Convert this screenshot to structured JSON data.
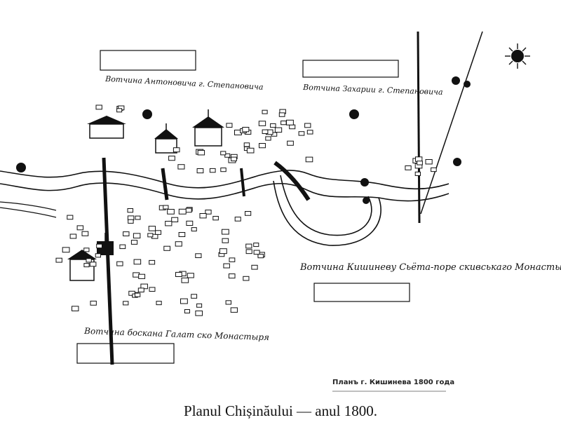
{
  "caption": "Planul Chișinăului — anul 1800.",
  "map_title": "Планъ г. Кишинева 1800 года",
  "annotations": {
    "estate_monastery": "Вотчина Кишиневу Сьёта-поре скивськаго Монастыря",
    "estate_galata": "Вотчина боскана Галат ско Монастыря",
    "estate_antonovich": "Вотчина Антоновича г. Степановича",
    "estate_zakharia": "Вотчина Захарии г. Степановича"
  },
  "icons": [
    "sun-icon",
    "church-icon",
    "house-icon"
  ],
  "colors": {
    "ink": "#111111",
    "paper": "#ffffff"
  }
}
